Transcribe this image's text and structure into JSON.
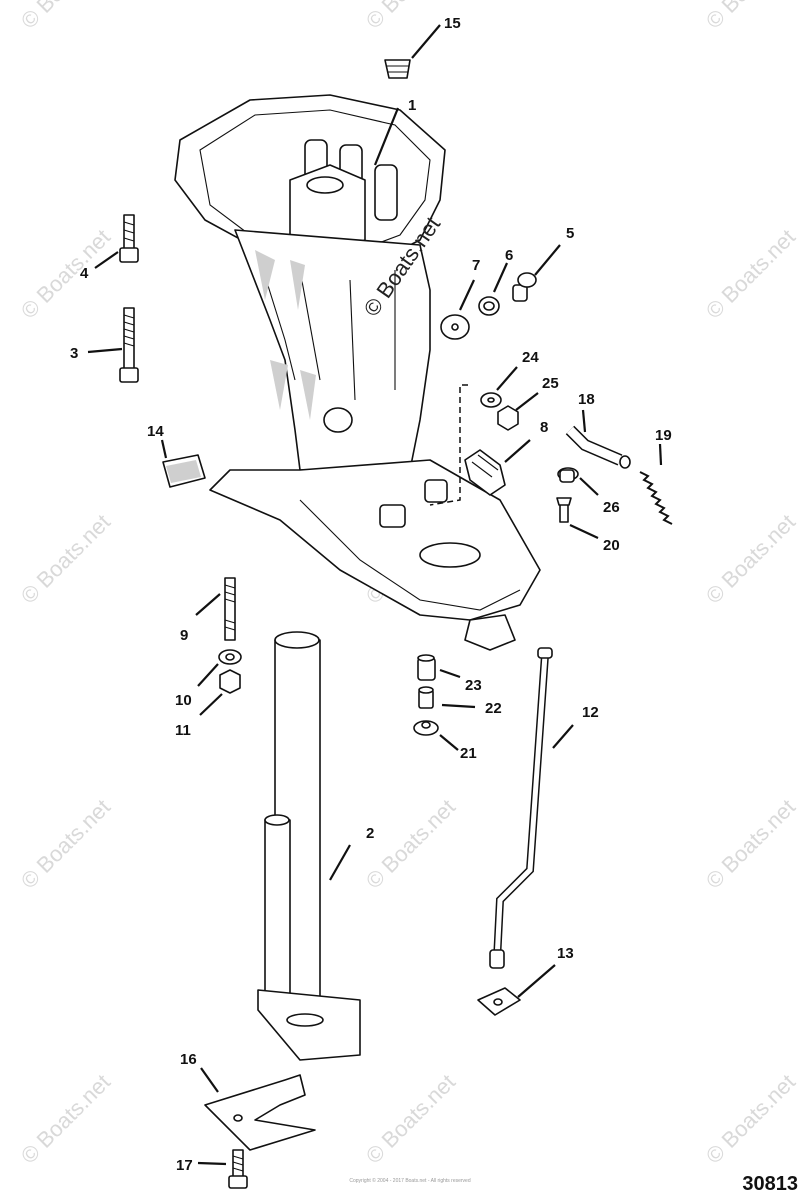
{
  "watermark": {
    "text": "© Boats.net",
    "main_text": "© Boats.net"
  },
  "callouts": {
    "c1": "1",
    "c2": "2",
    "c3": "3",
    "c4": "4",
    "c5": "5",
    "c6": "6",
    "c7": "7",
    "c8": "8",
    "c9": "9",
    "c10": "10",
    "c11": "11",
    "c12": "12",
    "c13": "13",
    "c14": "14",
    "c15": "15",
    "c16": "16",
    "c17": "17",
    "c18": "18",
    "c19": "19",
    "c20": "20",
    "c21": "21",
    "c22": "22",
    "c23": "23",
    "c24": "24",
    "c25": "25",
    "c26": "26"
  },
  "footer": {
    "copyright": "Copyright © 2004 - 2017 Boats.net - All rights reserved",
    "reference_number": "30813"
  }
}
